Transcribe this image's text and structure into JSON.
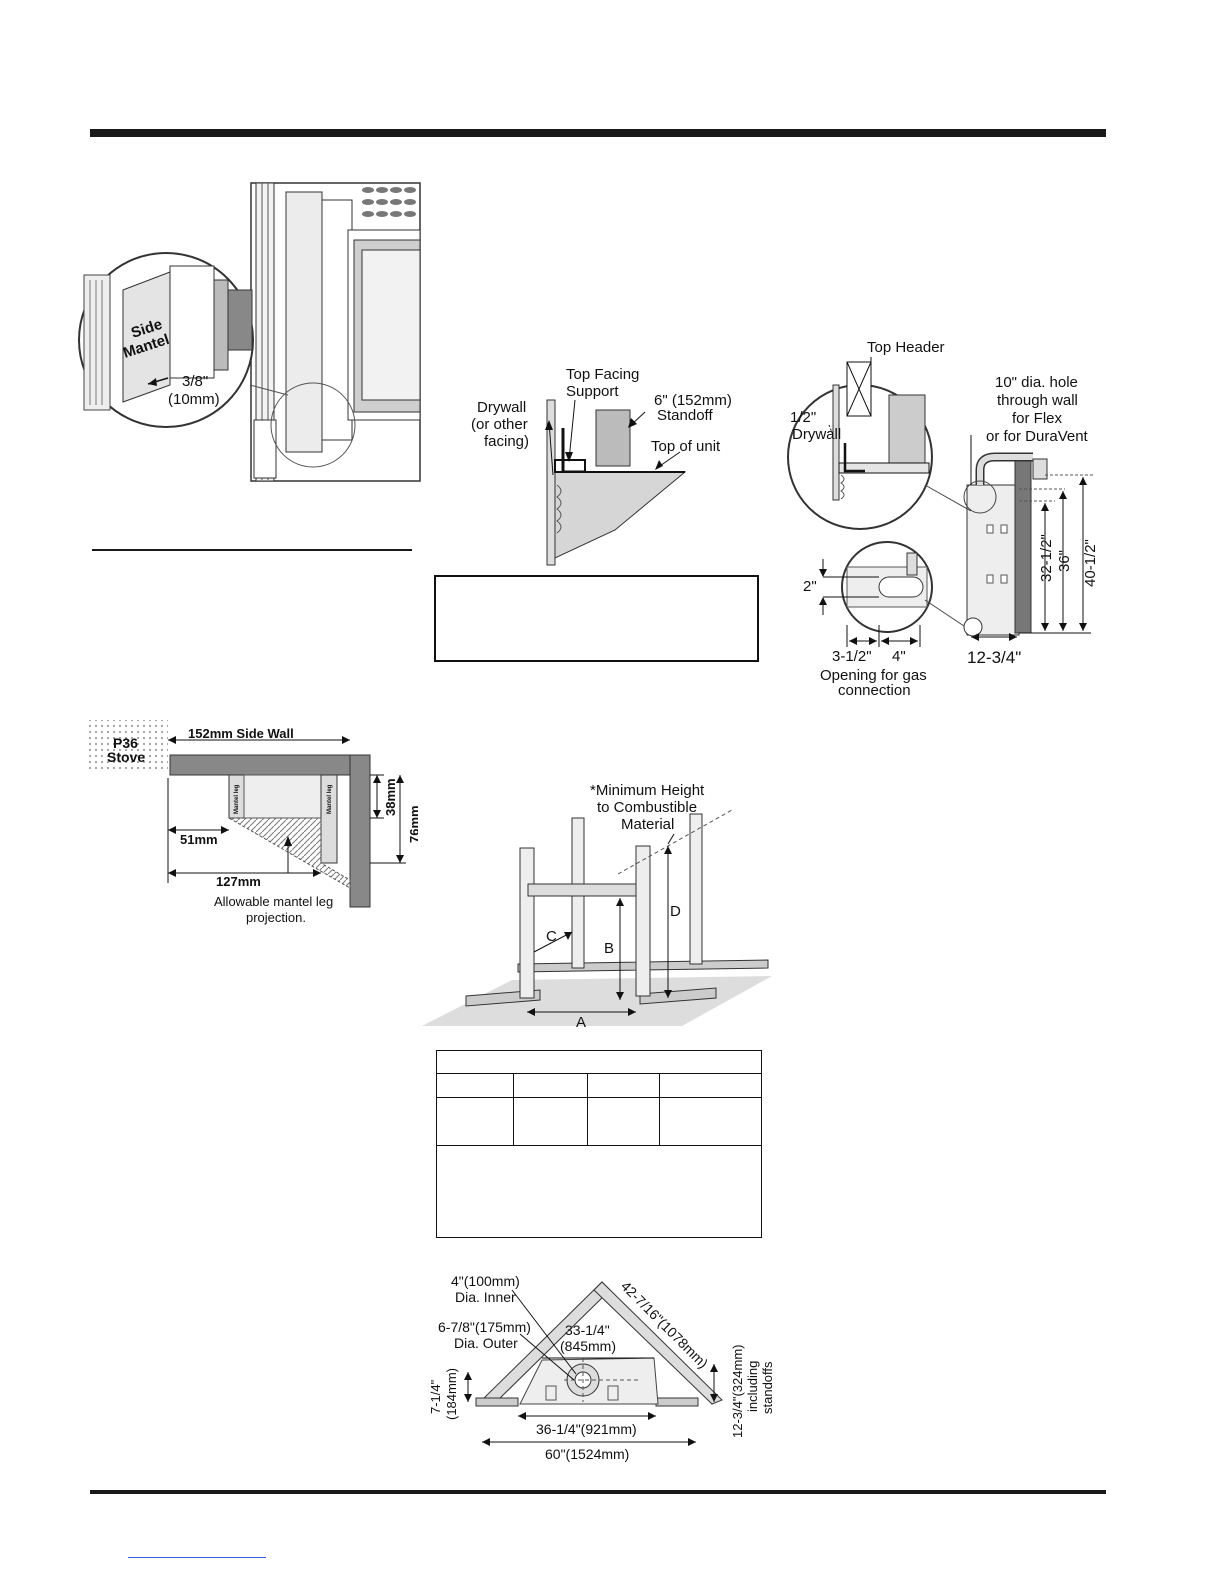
{
  "fig_side_mantel": {
    "label_side": "Side",
    "label_mantel": "Mantel",
    "clearance_in": "3/8\"",
    "clearance_mm": "(10mm)"
  },
  "fig_top_facing": {
    "drywall_1": "Drywall",
    "drywall_2": "(or other",
    "drywall_3": "facing)",
    "support_1": "Top Facing",
    "support_2": "Support",
    "standoff_1": "6\" (152mm)",
    "standoff_2": "Standoff",
    "top_of_unit": "Top of unit"
  },
  "fig_side_view": {
    "top_header": "Top Header",
    "drywall_1": "1/2\"",
    "drywall_2": "Drywall",
    "hole_1": "10\" dia. hole",
    "hole_2": "through wall",
    "hole_3": "for Flex",
    "hole_4": "or for DuraVent",
    "dim_2": "2\"",
    "dim_3_5": "3-1/2\"",
    "dim_4": "4\"",
    "dim_12_75": "12-3/4\"",
    "dim_32_5": "32-1/2\"",
    "dim_36": "36\"",
    "dim_40_5": "40-1/2\"",
    "gas_1": "Opening for gas",
    "gas_2": "connection"
  },
  "fig_mantel_leg": {
    "stove_1": "P36",
    "stove_2": "Stove",
    "side_wall": "152mm Side Wall",
    "mantel_leg": "Mantel leg",
    "dim_38": "38mm",
    "dim_76": "76mm",
    "dim_51": "51mm",
    "dim_127": "127mm",
    "allowable_1": "Allowable mantel leg",
    "allowable_2": "projection."
  },
  "fig_framing": {
    "min_height_1": "*Minimum Height",
    "min_height_2": "to Combustible",
    "min_height_3": "Material",
    "label_a": "A",
    "label_b": "B",
    "label_c": "C",
    "label_d": "D"
  },
  "fig_corner": {
    "inner_1": "4\"(100mm)",
    "inner_2": "Dia. Inner",
    "outer_1": "6-7/8\"(175mm)",
    "outer_2": "Dia. Outer",
    "side_len": "42-7/16\"(1078mm)",
    "w_33_1": "33-1/4\"",
    "w_33_2": "(845mm)",
    "h_7_1": "7-1/4\"",
    "h_7_2": "(184mm)",
    "h_12_1": "12-3/4\"(324mm)",
    "h_12_2": "including",
    "h_12_3": "standoffs",
    "w_36": "36-1/4\"(921mm)",
    "w_60": "60\"(1524mm)"
  }
}
